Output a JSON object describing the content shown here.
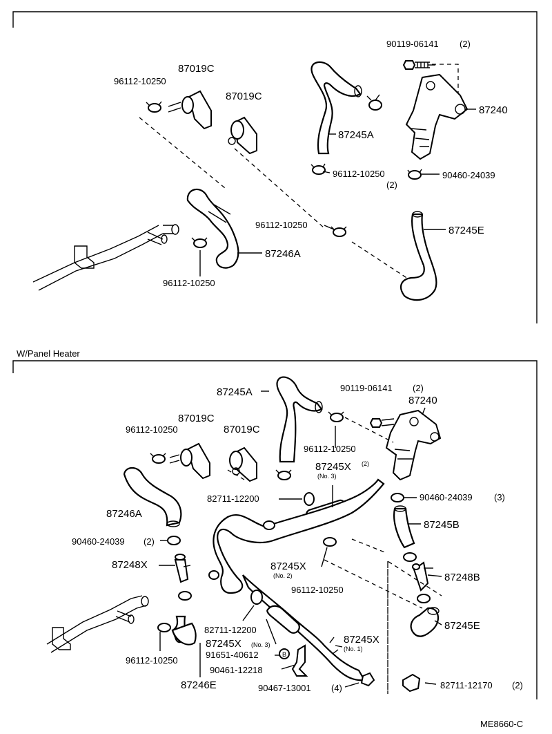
{
  "top": {
    "labels": {
      "bolt": "90119-06141",
      "bolt_qty": "(2)",
      "plug_a": "87019C",
      "plug_b": "87019C",
      "clamp_tl": "96112-10250",
      "hose_a": "87245A",
      "valve": "87240",
      "clamp_mid": "96112-10250",
      "clamp_mid_qty": "(2)",
      "clip": "90460-24039",
      "clamp_c": "96112-10250",
      "hose_e": "87245E",
      "hose_46a": "87246A",
      "clamp_bl": "96112-10250"
    }
  },
  "bottom": {
    "section_title": "W/Panel Heater",
    "labels": {
      "hose_a": "87245A",
      "bolt": "90119-06141",
      "bolt_qty": "(2)",
      "valve": "87240",
      "plug_a": "87019C",
      "plug_b": "87019C",
      "clamp_tl": "96112-10250",
      "clamp_tr": "96112-10250",
      "hose_x2": "87245X",
      "hose_x2_qty": "(2)",
      "hose_x2_no": "(No. 3)",
      "grommet": "82711-12200",
      "clip_r": "90460-24039",
      "clip_r_qty": "(3)",
      "hose_46a": "87246A",
      "hose_b": "87245B",
      "clip_l": "90460-24039",
      "clip_l_qty": "(2)",
      "joint_x": "87248X",
      "hose_x_no2": "87245X",
      "hose_x_no2_no": "(No. 2)",
      "joint_b": "87248B",
      "clamp_mid": "96112-10250",
      "grommet2": "82711-12200",
      "hose_e": "87245E",
      "hose_x_no3": "87245X",
      "hose_x_no3_no": "(No. 3)",
      "hose_x_no1": "87245X",
      "hose_x_no1_no": "(No. 1)",
      "bolt_b": "91651-40612",
      "marker_b": "B",
      "bolt2": "90461-12218",
      "clamp_bl": "96112-10250",
      "hose_46e": "87246E",
      "clip_clamp2": "82711-12170",
      "clip_clamp2_qty": "(2)",
      "band": "90467-13001",
      "band_qty": "(4)"
    }
  },
  "footer": {
    "code": "ME8660-C"
  }
}
